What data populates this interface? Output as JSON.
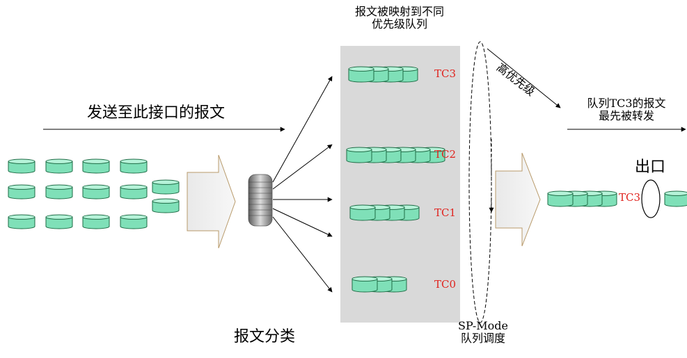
{
  "labels": {
    "mapped_line1": "报文被映射到不同",
    "mapped_line2": "优先级队列",
    "input_caption": "发送至此接口的报文",
    "classification": "报文分类",
    "high_priority": "高优先级",
    "tc3_first_line1": "队列TC3的报文",
    "tc3_first_line2": "最先被转发",
    "egress": "出口",
    "scheduler_line1": "SP-Mode",
    "scheduler_line2": "队列调度"
  },
  "queues": [
    {
      "name": "TC3",
      "packets": 4
    },
    {
      "name": "TC2",
      "packets": 6
    },
    {
      "name": "TC1",
      "packets": 4
    },
    {
      "name": "TC0",
      "packets": 3
    }
  ],
  "output": {
    "queue": "TC3",
    "packets": 4
  },
  "colors": {
    "packet_fill": "#7fe0b8",
    "packet_top": "#b6f3d9",
    "packet_stroke": "#1e6b45",
    "queue_panel": "#d9d9d9",
    "tc_label": "#e0231e"
  },
  "icons": {
    "packet": "cylinder-packet-icon",
    "classifier": "coil-classifier-icon",
    "arrow": "block-arrow-icon",
    "egress": "egress-port-ellipse-icon"
  }
}
